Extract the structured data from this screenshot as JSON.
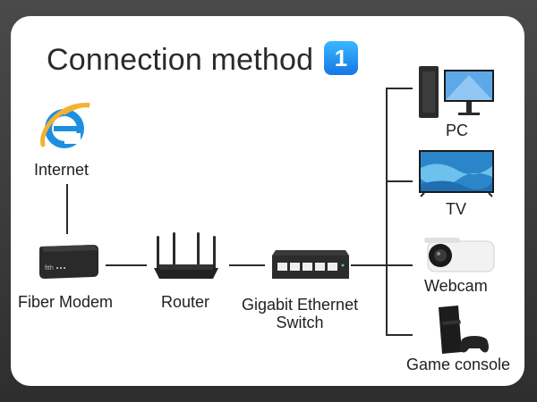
{
  "diagram": {
    "title": "Connection method",
    "step_badge": "1",
    "nodes": {
      "internet": "Internet",
      "fiber_modem": "Fiber Modem",
      "router": "Router",
      "switch": "Gigabit Ethernet\nSwitch",
      "pc": "PC",
      "tv": "TV",
      "webcam": "Webcam",
      "game_console": "Game console"
    },
    "icons": {
      "internet": "internet-explorer-icon",
      "fiber_modem": "fiber-modem-icon",
      "router": "router-icon",
      "switch": "ethernet-switch-icon",
      "pc": "desktop-pc-icon",
      "tv": "tv-icon",
      "webcam": "webcam-icon",
      "game_console": "game-console-icon"
    },
    "colors": {
      "badge": "#1a8cf0",
      "card": "#ffffff",
      "background": "#3a3a3a",
      "lines": "#2b2b2b"
    }
  }
}
